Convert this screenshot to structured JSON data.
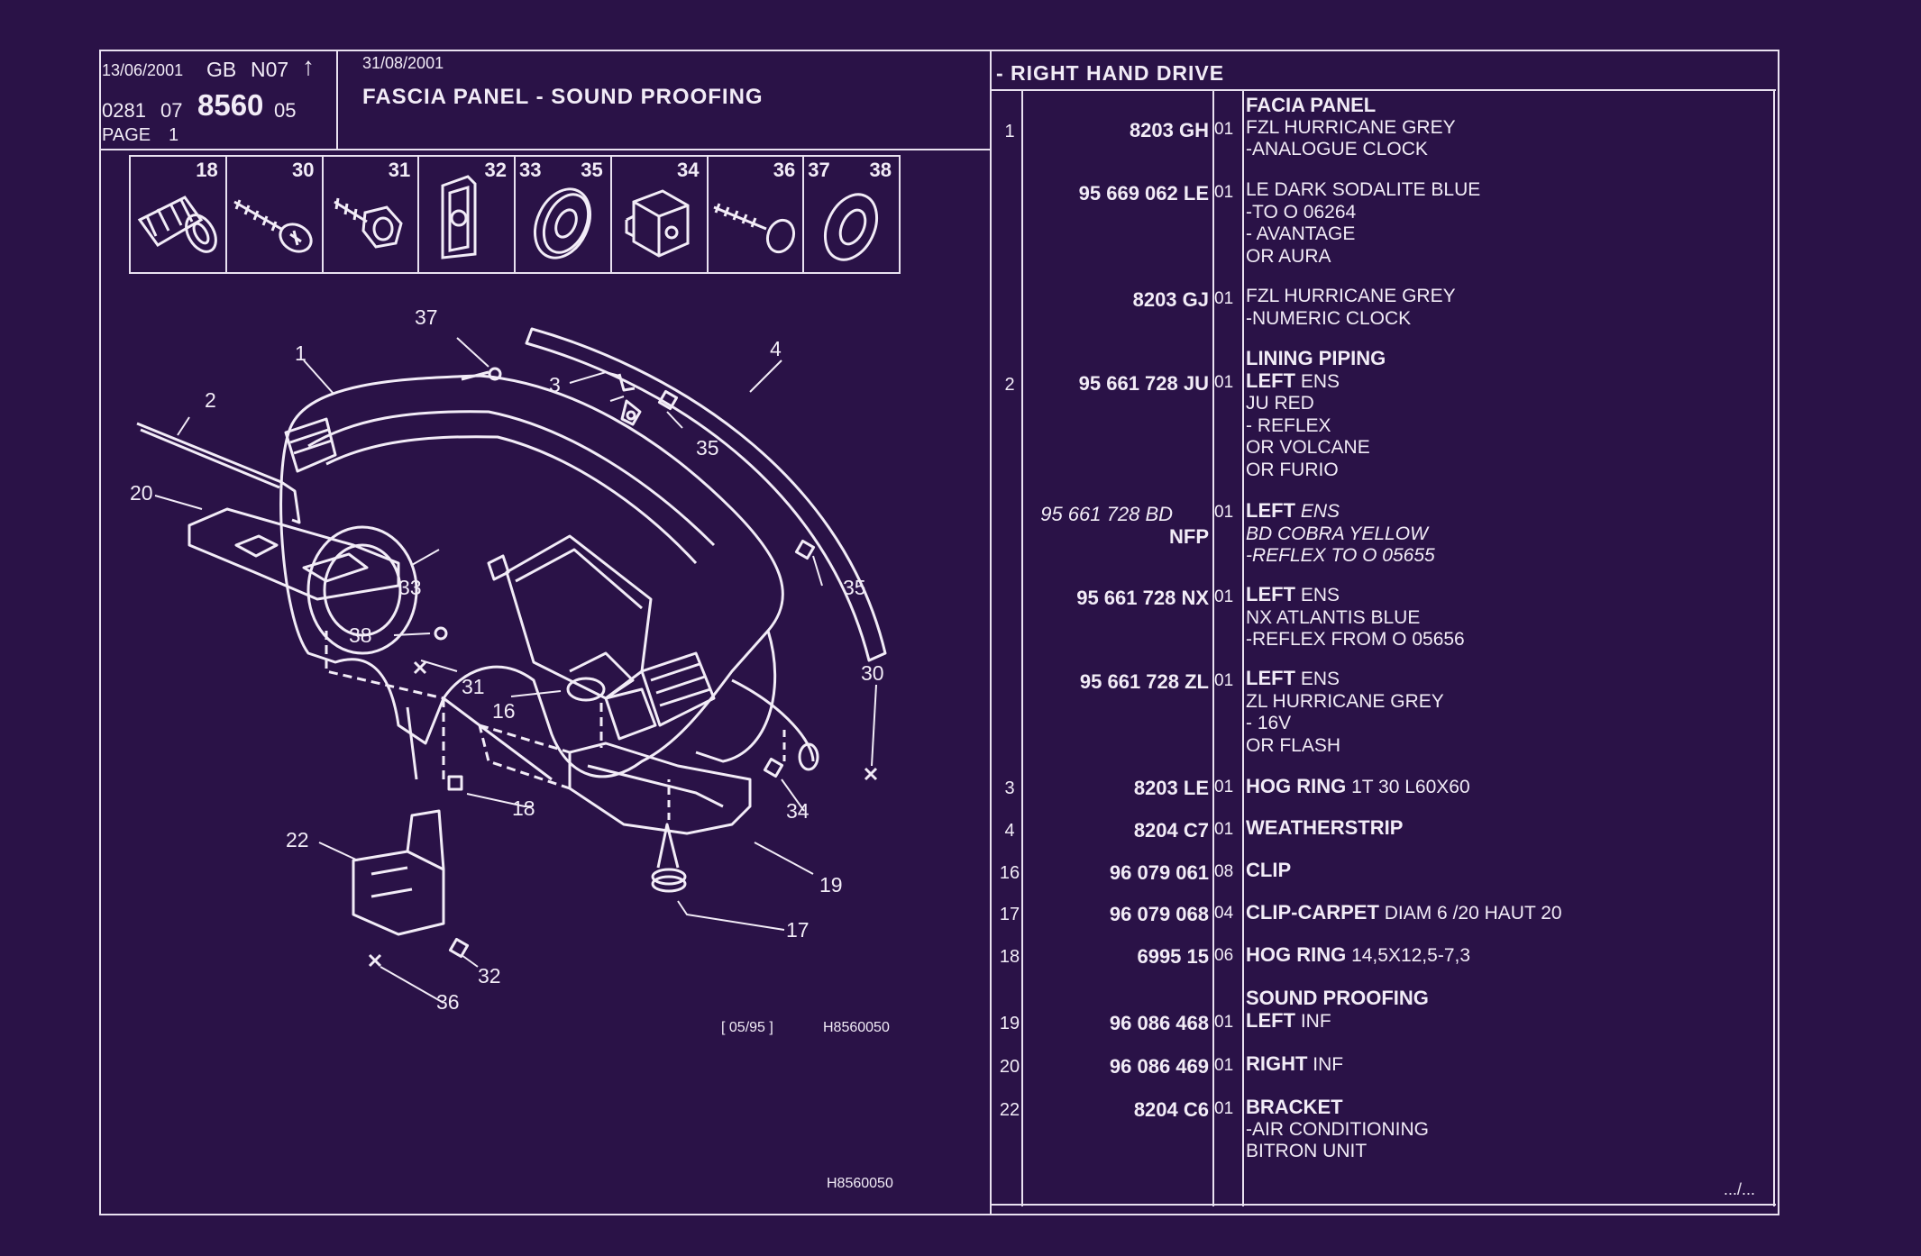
{
  "header": {
    "date1": "13/06/2001",
    "region": "GB",
    "model": "N07",
    "arrow": "↑",
    "code_prefix": "0281",
    "code_mid": "07",
    "code_main": "8560",
    "code_suffix": "05",
    "page": "PAGE",
    "page_num": "1",
    "date2": "31/08/2001",
    "title": "FASCIA PANEL - SOUND PROOFING",
    "drive": "- RIGHT HAND DRIVE"
  },
  "icons": [
    {
      "num": "18",
      "name": "push-clip-icon"
    },
    {
      "num": "30",
      "name": "screw-icon"
    },
    {
      "num": "31",
      "name": "bolt-icon"
    },
    {
      "num": "32",
      "name": "spring-nut-icon"
    },
    {
      "num": "33",
      "num2": "35",
      "name": "grommet-icon"
    },
    {
      "num": "34",
      "name": "cage-nut-icon"
    },
    {
      "num": "36",
      "name": "self-tapping-screw-icon"
    },
    {
      "num": "37",
      "num2": "38",
      "name": "washer-icon"
    }
  ],
  "diagram_labels": [
    "37",
    "1",
    "2",
    "3",
    "4",
    "35",
    "20",
    "35",
    "33",
    "38",
    "31",
    "16",
    "30",
    "18",
    "34",
    "22",
    "19",
    "17",
    "32",
    "36"
  ],
  "footer_left": {
    "date_code": "[ 05/95 ]",
    "drawing_code": "H8560050",
    "drawing_code_bottom": "H8560050"
  },
  "rows": [
    {
      "num": "1",
      "ref": "8203 GH",
      "qty": "01",
      "lines": [
        {
          "t": "FACIA PANEL",
          "b": true
        },
        {
          "t": "FZL HURRICANE GREY"
        },
        {
          "t": "-ANALOGUE CLOCK"
        }
      ]
    },
    {
      "num": "",
      "ref": "95 669 062 LE",
      "qty": "01",
      "lines": [
        {
          "t": "LE DARK SODALITE BLUE"
        },
        {
          "t": "-TO  O  06264"
        },
        {
          "t": "-      AVANTAGE"
        },
        {
          "t": "OR AURA"
        }
      ]
    },
    {
      "num": "",
      "ref": "8203 GJ",
      "qty": "01",
      "lines": [
        {
          "t": "FZL HURRICANE GREY"
        },
        {
          "t": "-NUMERIC CLOCK"
        }
      ]
    },
    {
      "num": "2",
      "ref": "95 661 728 JU",
      "qty": "01",
      "lines": [
        {
          "t": "LINING PIPING",
          "b": true
        },
        {
          "t": "LEFT",
          "b": true,
          "rest": " ENS"
        },
        {
          "t": "JU RED"
        },
        {
          "t": "-      REFLEX"
        },
        {
          "t": "OR VOLCANE"
        },
        {
          "t": "OR FURIO"
        }
      ]
    },
    {
      "num": "",
      "ref": "95 661 728 BD",
      "ref2": "NFP",
      "italic": true,
      "qty": "01",
      "lines": [
        {
          "t": "LEFT",
          "b": true,
          "rest": " ENS",
          "it": true
        },
        {
          "t": "BD COBRA YELLOW",
          "it": true
        },
        {
          "t": "-REFLEX TO  O  05655",
          "it": true
        }
      ]
    },
    {
      "num": "",
      "ref": "95 661 728 NX",
      "qty": "01",
      "lines": [
        {
          "t": "LEFT",
          "b": true,
          "rest": " ENS"
        },
        {
          "t": "NX ATLANTIS BLUE"
        },
        {
          "t": "-REFLEX FROM  O  05656"
        }
      ]
    },
    {
      "num": "",
      "ref": "95 661 728 ZL",
      "qty": "01",
      "lines": [
        {
          "t": "LEFT",
          "b": true,
          "rest": " ENS"
        },
        {
          "t": "ZL HURRICANE GREY"
        },
        {
          "t": "-      16V"
        },
        {
          "t": "OR FLASH"
        }
      ]
    },
    {
      "num": "3",
      "ref": "8203 LE",
      "qty": "01",
      "lines": [
        {
          "t": "HOG RING",
          "b": true,
          "rest": " 1T 30 L60X60"
        }
      ]
    },
    {
      "num": "4",
      "ref": "8204 C7",
      "qty": "01",
      "lines": [
        {
          "t": "WEATHERSTRIP",
          "b": true
        }
      ]
    },
    {
      "num": "16",
      "ref": "96 079 061",
      "qty": "08",
      "lines": [
        {
          "t": "CLIP",
          "b": true
        }
      ]
    },
    {
      "num": "17",
      "ref": "96 079 068",
      "qty": "04",
      "lines": [
        {
          "t": "CLIP-CARPET",
          "b": true,
          "rest": " DIAM 6 /20 HAUT 20"
        }
      ]
    },
    {
      "num": "18",
      "ref": "6995 15",
      "qty": "06",
      "lines": [
        {
          "t": "HOG RING",
          "b": true,
          "rest": " 14,5X12,5-7,3"
        }
      ]
    },
    {
      "num": "19",
      "ref": "96 086 468",
      "qty": "01",
      "lines": [
        {
          "t": "SOUND PROOFING",
          "b": true
        },
        {
          "t": "LEFT",
          "b": true,
          "rest": " INF"
        }
      ]
    },
    {
      "num": "20",
      "ref": "96 086 469",
      "qty": "01",
      "lines": [
        {
          "t": "RIGHT",
          "b": true,
          "rest": " INF"
        }
      ]
    },
    {
      "num": "22",
      "ref": "8204 C6",
      "qty": "01",
      "lines": [
        {
          "t": "BRACKET",
          "b": true
        },
        {
          "t": "-AIR CONDITIONING"
        },
        {
          "t": "BITRON UNIT"
        }
      ]
    }
  ],
  "continuation": ".../..."
}
